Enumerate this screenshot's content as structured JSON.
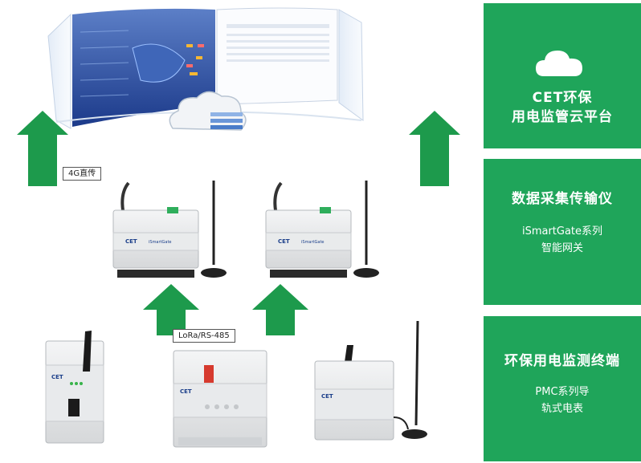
{
  "panels": [
    {
      "title_lines": [
        "CET环保",
        "用电监管云平台"
      ],
      "sub_lines": []
    },
    {
      "title_lines": [
        "数据采集传输仪"
      ],
      "sub_lines": [
        "iSmartGate系列",
        "智能网关"
      ]
    },
    {
      "title_lines": [
        "环保用电监测终端"
      ],
      "sub_lines": [
        "PMC系列导",
        "轨式电表"
      ]
    }
  ],
  "labels": {
    "link_4g": "4G直传",
    "link_lora": "LoRa/RS-485"
  },
  "devices": {
    "gateway_brand": "CET",
    "gateway_model": "iSmartGate",
    "meter_brand": "CET"
  },
  "colors": {
    "brand_green": "#1fa55a",
    "arrow_green": "#1d9a4c"
  }
}
